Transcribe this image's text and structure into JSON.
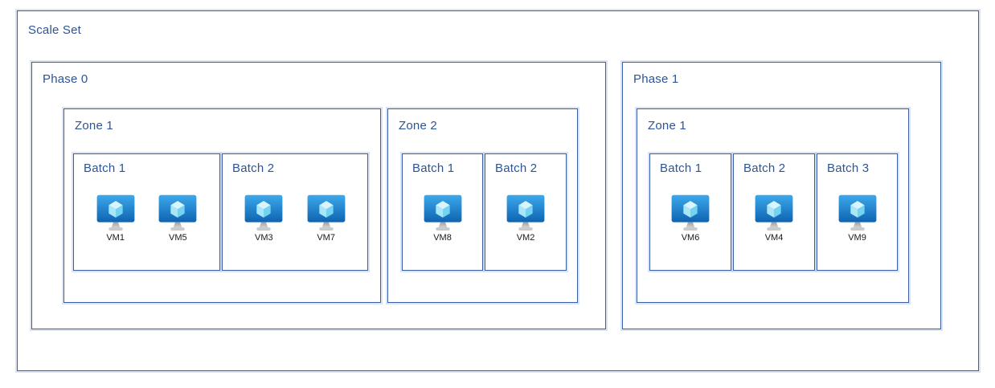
{
  "diagram": {
    "title": "Scale Set",
    "phases": [
      {
        "label": "Phase 0",
        "zones": [
          {
            "label": "Zone 1",
            "batches": [
              {
                "label": "Batch 1",
                "vms": [
                  "VM1",
                  "VM5"
                ]
              },
              {
                "label": "Batch 2",
                "vms": [
                  "VM3",
                  "VM7"
                ]
              }
            ]
          },
          {
            "label": "Zone 2",
            "batches": [
              {
                "label": "Batch 1",
                "vms": [
                  "VM8"
                ]
              },
              {
                "label": "Batch 2",
                "vms": [
                  "VM2"
                ]
              }
            ]
          }
        ]
      },
      {
        "label": "Phase 1",
        "zones": [
          {
            "label": "Zone 1",
            "batches": [
              {
                "label": "Batch 1",
                "vms": [
                  "VM6"
                ]
              },
              {
                "label": "Batch 2",
                "vms": [
                  "VM4"
                ]
              },
              {
                "label": "Batch 3",
                "vms": [
                  "VM9"
                ]
              }
            ]
          }
        ]
      }
    ]
  },
  "icons": {
    "virtual_machine": "azure-vm-monitor-with-cube"
  },
  "colors": {
    "box_border": "#3a5fa5",
    "box_halo": "#dde4f4",
    "label_text": "#2d5493",
    "vm_label_text": "#1a1a1a",
    "vm_screen_top": "#3da9ec",
    "vm_screen_bottom": "#0e63b1",
    "vm_cube_top": "#d9f4fd",
    "vm_cube_left": "#a9e7f8",
    "vm_cube_right": "#74d3f1",
    "vm_stand": "#b5b5b5",
    "background": "#ffffff"
  }
}
